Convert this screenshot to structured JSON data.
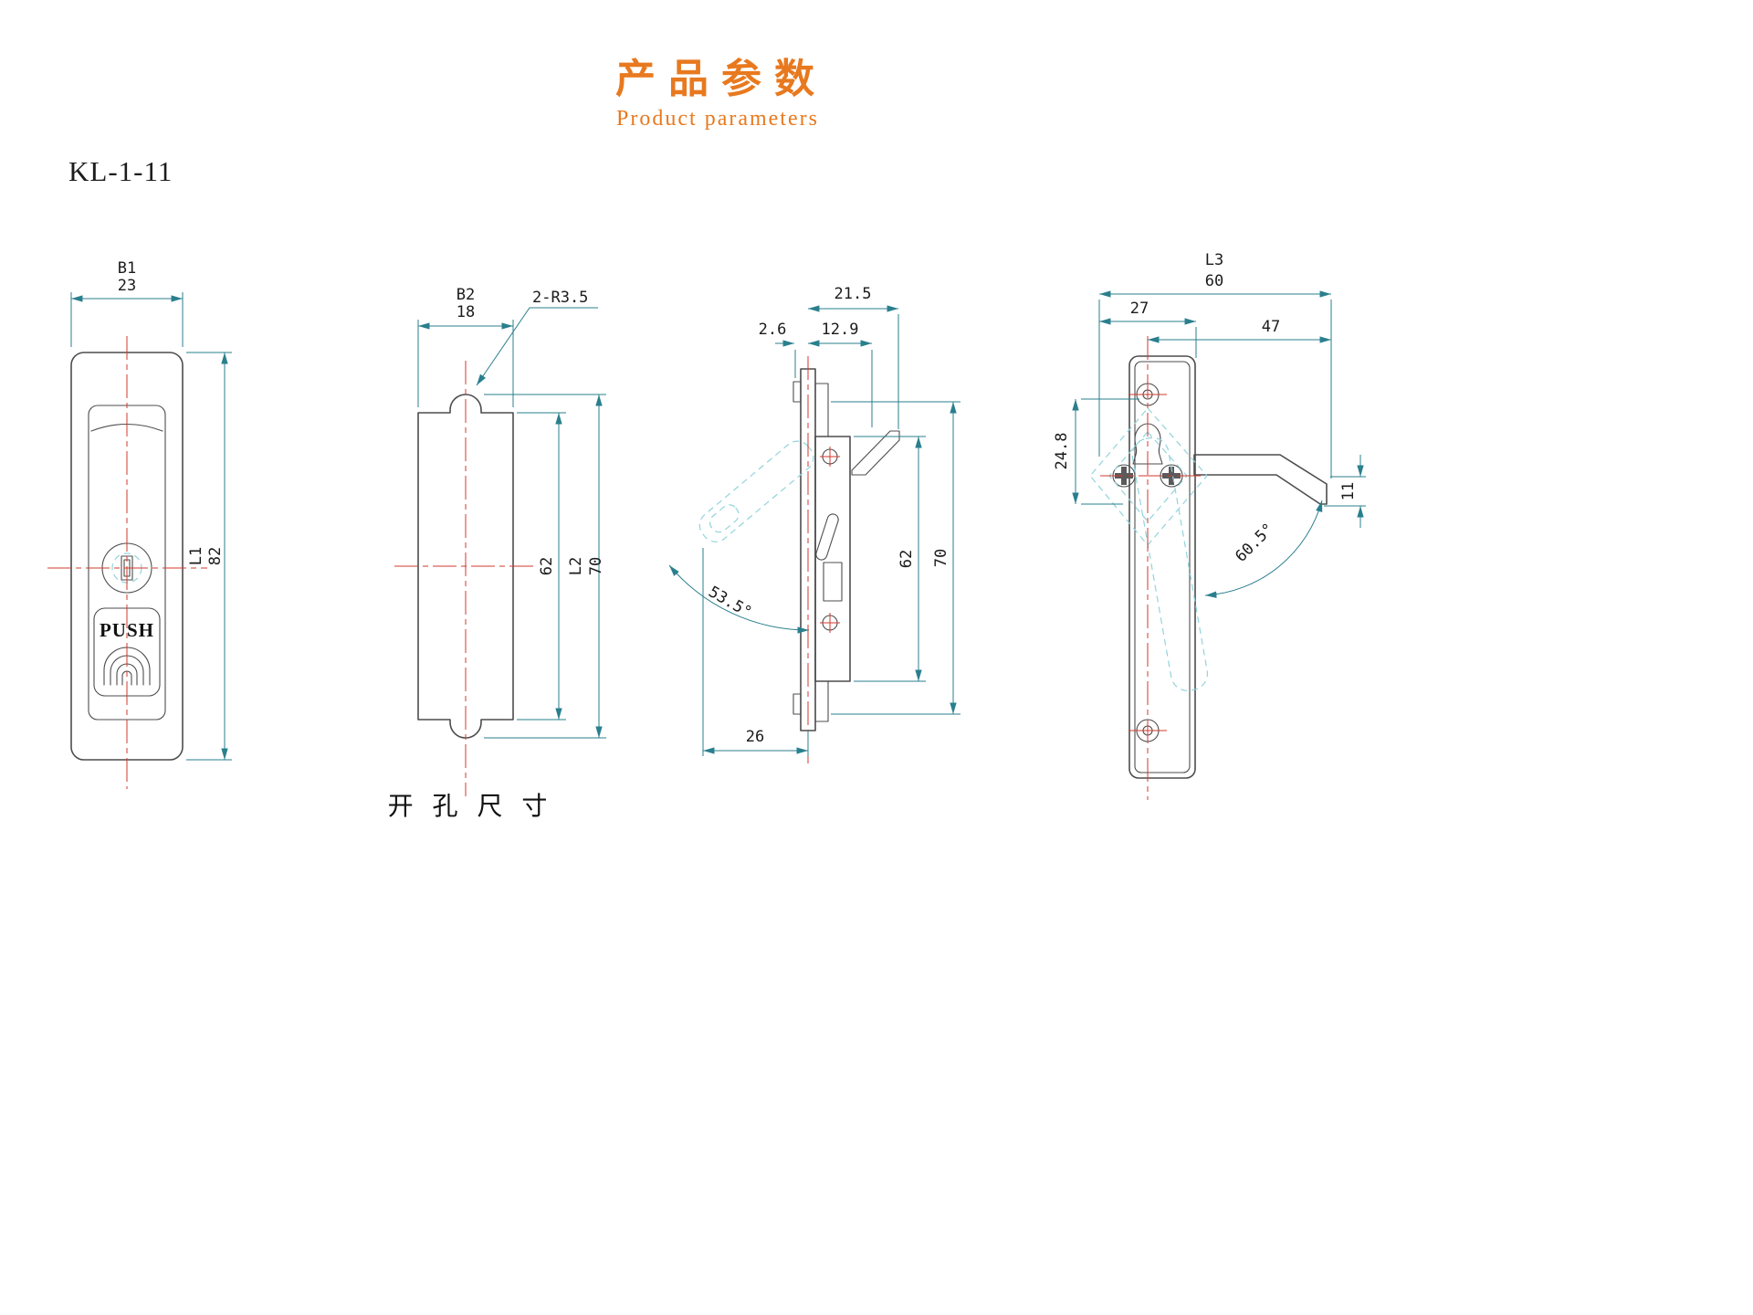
{
  "header": {
    "title_cn": "产品参数",
    "title_en": "Product parameters"
  },
  "model": "KL-1-11",
  "front_view": {
    "push_label": "PUSH",
    "dim_b1_label": "B1",
    "dim_b1": "23",
    "dim_l1_label": "L1",
    "dim_l1": "82"
  },
  "cutout_view": {
    "dim_b2_label": "B2",
    "dim_b2": "18",
    "radius_note": "2-R3.5",
    "dim_inner": "62",
    "dim_l2_label": "L2",
    "dim_l2": "70",
    "caption": "开 孔 尺 寸"
  },
  "side_view": {
    "dim_depth": "21.5",
    "dim_offset": "2.6",
    "dim_body": "12.9",
    "dim_inner": "62",
    "dim_outer": "70",
    "dim_travel": "26",
    "angle": "53.5°"
  },
  "rear_view": {
    "dim_l3_label": "L3",
    "dim_l3": "60",
    "dim_left": "27",
    "dim_arm": "47",
    "dim_spacing": "24.8",
    "dim_tip": "11",
    "angle": "60.5°"
  },
  "colors": {
    "accent": "#e8791f",
    "dim": "#2a7f8e",
    "centerline": "#d23a2e",
    "ghost": "#92d4dc"
  }
}
